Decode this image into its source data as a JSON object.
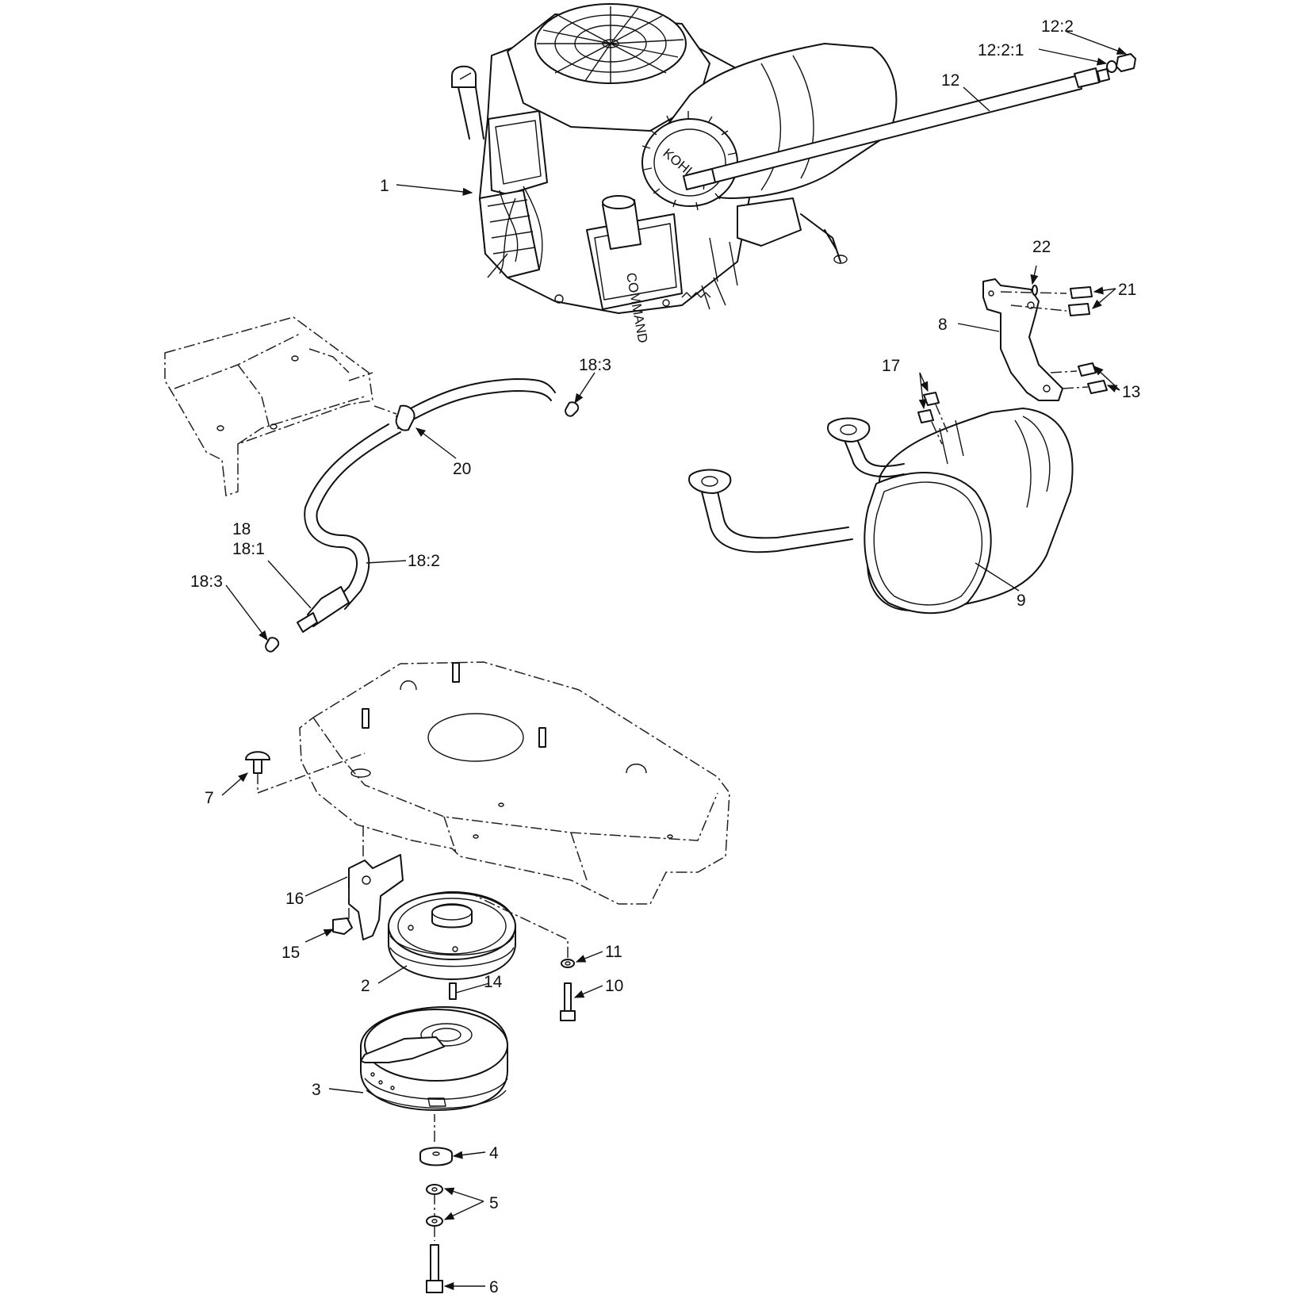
{
  "labels": {
    "l1": "1",
    "l2": "2",
    "l3": "3",
    "l4": "4",
    "l5": "5",
    "l6": "6",
    "l7": "7",
    "l8": "8",
    "l9": "9",
    "l10": "10",
    "l11": "11",
    "l12": "12",
    "l12_2": "12:2",
    "l12_2_1": "12:2:1",
    "l13": "13",
    "l14": "14",
    "l15": "15",
    "l16": "16",
    "l17": "17",
    "l18": "18",
    "l18_1": "18:1",
    "l18_2": "18:2",
    "l18_3a": "18:3",
    "l18_3b": "18:3",
    "l20": "20",
    "l21": "21",
    "l22": "22"
  },
  "engine": {
    "brand_a": "KOHLER",
    "brand_b": "COMMAND"
  },
  "colors": {
    "line": "#111111",
    "background": "#ffffff"
  }
}
